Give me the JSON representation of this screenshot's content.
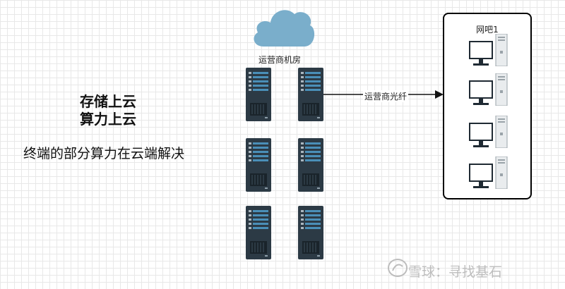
{
  "diagram": {
    "headings": [
      "存储上云",
      "算力上云"
    ],
    "subtitle": "终端的部分算力在云端解决",
    "cloud": {
      "label": "运营商机房",
      "icon": "cloud-icon",
      "color": "#7aaecb"
    },
    "servers": {
      "count": 6,
      "icon": "server-rack-icon",
      "color": "#2c3a45"
    },
    "connection": {
      "label": "运营商光纤",
      "icon": "arrow-right-icon"
    },
    "netbar": {
      "title": "网吧1",
      "computers": 4,
      "icon": "desktop-computer-icon"
    }
  },
  "watermark": {
    "text": "雪球：寻找基石",
    "color": "#bdbdbd"
  }
}
